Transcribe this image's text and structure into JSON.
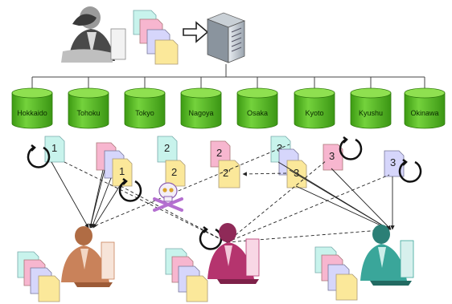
{
  "databases": [
    "Hokkaido",
    "Tohoku",
    "Tokyo",
    "Nagoya",
    "Osaka",
    "Kyoto",
    "Kyushu",
    "Okinawa"
  ],
  "document_labels": {
    "hokkaido_copy": "1",
    "tohoku_copy_a": "1",
    "tohoku_copy_b": "1",
    "tokyo_copy_a": "2",
    "tokyo_copy_b": "2",
    "nagoya_copy": "2",
    "nagoya_conflict": "2′",
    "osaka_copy_a": "3",
    "osaka_copy_b": "3",
    "kyoto_copy": "3",
    "okinawa_copy": "3"
  },
  "colors": {
    "database_fill": "#5bbf2a",
    "database_top": "#8fe050",
    "doc_cyan": "#c8f3ec",
    "doc_pink": "#f7b6cf",
    "doc_lavender": "#d6d6fb",
    "doc_yellow": "#fbe89a",
    "user_brown": "#c9825a",
    "user_magenta": "#b5346e",
    "user_teal": "#3aa69a"
  },
  "icons": [
    "admin-user-icon",
    "server-icon",
    "arrow-right-icon",
    "sync-icon",
    "skull-crossbones-icon",
    "user-icon"
  ]
}
